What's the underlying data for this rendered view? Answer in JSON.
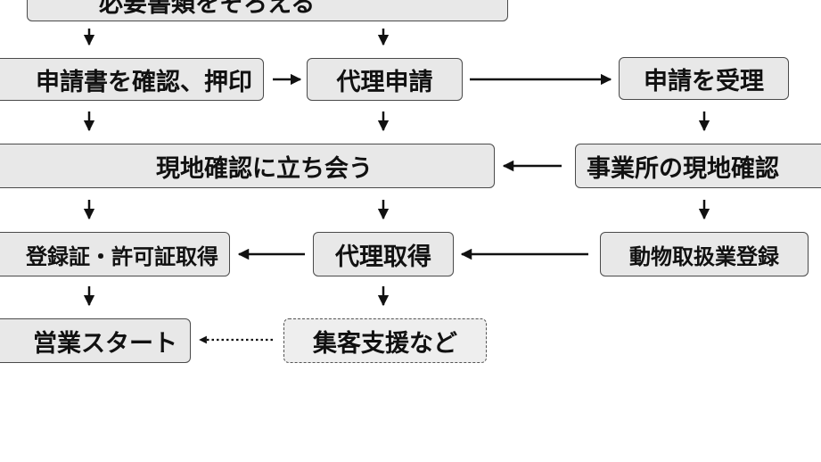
{
  "nodes": {
    "prepare_documents": "必要書類をそろえる",
    "confirm_application": "申請書を確認、押印",
    "proxy_application": "代理申請",
    "accept_application": "申請を受理",
    "attend_inspection": "現地確認に立ち会う",
    "site_inspection": "事業所の現地確認",
    "obtain_certificate": "登録証・許可証取得",
    "proxy_acquisition": "代理取得",
    "animal_registration": "動物取扱業登録",
    "start_business": "営業スタート",
    "customer_support": "集客支援など"
  },
  "colors": {
    "box_fill": "#e8e8e8",
    "box_border": "#4a4a4a",
    "arrow": "#111111"
  }
}
